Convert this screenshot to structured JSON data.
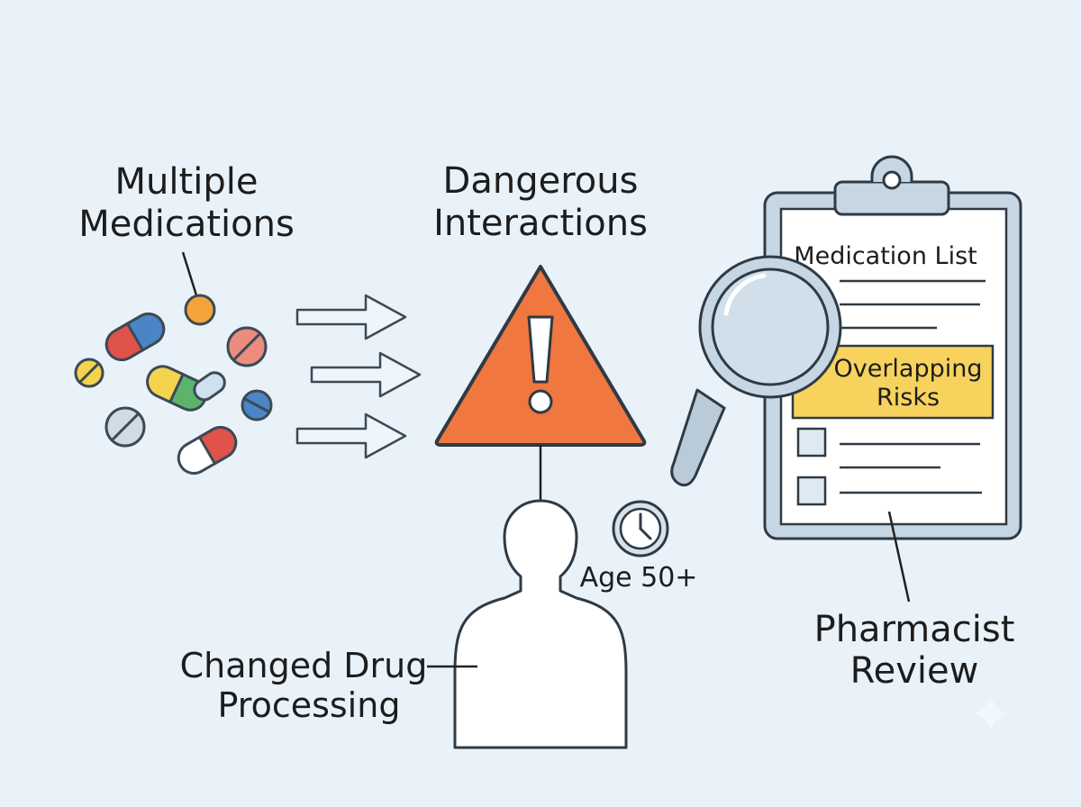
{
  "labels": {
    "multiple_medications": [
      "Multiple",
      "Medications"
    ],
    "dangerous_interactions": [
      "Dangerous",
      "Interactions"
    ],
    "changed_drug_processing": [
      "Changed Drug",
      "Processing"
    ],
    "age": "Age 50+",
    "pharmacist_review": [
      "Pharmacist",
      "Review"
    ]
  },
  "clipboard": {
    "title": "Medication List",
    "highlight": [
      "Overlapping",
      "Risks"
    ]
  },
  "icons": {
    "warning": "warning-triangle-icon",
    "magnifier": "magnifying-glass-icon",
    "clock": "clock-icon",
    "person": "person-silhouette-icon",
    "pills": "pills-icon",
    "clipboard": "clipboard-icon"
  },
  "colors": {
    "background": "#e9f2f9",
    "warning": "#f0773f",
    "highlight": "#f7d35e",
    "outline": "#3c4a55",
    "clipboard_frame": "#c6d6e2"
  }
}
